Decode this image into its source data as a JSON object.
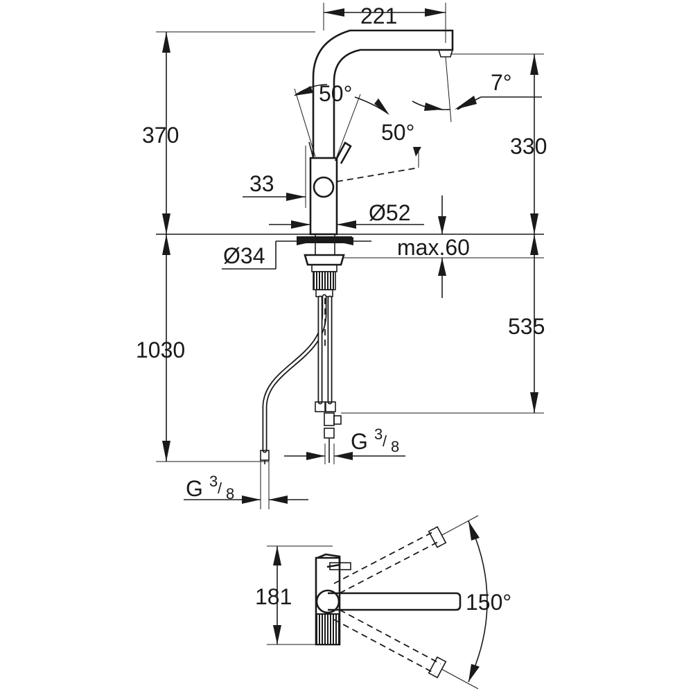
{
  "dimensions": {
    "spout_reach": "221",
    "total_height": "370",
    "spout_height": "330",
    "spout_angle": "7°",
    "lever_angle_left": "50°",
    "lever_angle_right": "50°",
    "lever_width": "33",
    "body_diameter": "Ø52",
    "hole_diameter": "Ø34",
    "max_deck_thickness": "max.60",
    "hose_length": "1030",
    "supply_length": "535",
    "thread_label": "G",
    "thread_numerator": "3",
    "thread_denominator": "8",
    "plan_depth": "181",
    "swivel_angle": "150°"
  }
}
